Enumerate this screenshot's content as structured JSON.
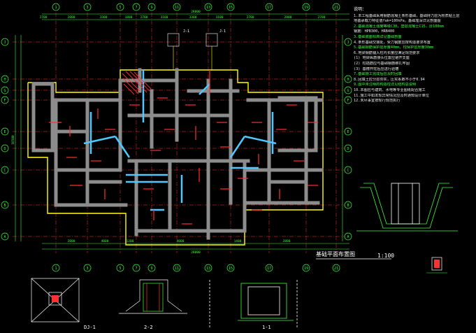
{
  "axes": {
    "top": [
      "1",
      "3",
      "5",
      "7",
      "9",
      "11",
      "13",
      "15",
      "17",
      "19",
      "21"
    ],
    "bottom": [
      "1",
      "3",
      "5",
      "7",
      "9",
      "11",
      "13",
      "15",
      "17",
      "19",
      "21"
    ],
    "rows": [
      "J",
      "H",
      "G",
      "F",
      "E",
      "D",
      "C",
      "B",
      "A"
    ]
  },
  "dims": {
    "top_row": [
      "2700",
      "2800",
      "3300",
      "1800",
      "2700",
      "3100",
      "3300",
      "3100",
      "2700",
      "2000",
      "2700"
    ],
    "top_total": "28800",
    "bottom_row": [
      "2800",
      "4000",
      "1200",
      "4000",
      "1400",
      "2800"
    ],
    "bottom_total": "28800",
    "left_total": "16500"
  },
  "labels": {
    "plan_title": "基础平面布置图",
    "plan_scale": "1:100",
    "sec_dj1": "DJ-1",
    "sec_1_1": "1-1",
    "sec_2_2": "2-2",
    "mark_j1": "J-1",
    "mark_j1b": "J-1"
  },
  "notes": {
    "title": "说明：",
    "lines": [
      "1.本工程基础采用钢筋混凝土条形基础，基础持力层为粉质粘土层",
      "  地基承载力特征值fak=180kPa，基础埋深详见剖面图",
      "2.基础混凝土强度等级C30，垫层混凝土C15，厚100mm",
      "  钢筋：HPB300，HRB400",
      "3.基础底面标高详见基础剖面",
      "4.条形基础交接处，受力钢筋应按构造要求布置",
      "5.基础钢筋保护层厚度40mm，柱保护层厚度30mm",
      "6.地梁钢筋锚入柱内长度应满足规范要求",
      "  (1) 地梁纵筋接头位置应避开支座",
      "  (2) 柱插筋应与基础钢筋绑扎牢固",
      "  (3) 基槽开挖后应进行验槽",
      "7.基础施工完成后应及时回填",
      "8.回填土应分层夯实，压实系数不小于0.94",
      "9.图中未注明的构造柱详见结构总说明",
      "10.本图应与建筑、水电等专业图纸配合施工",
      "11.施工中如发现异常情况应及时通知设计单位",
      "12.未尽事宜按现行规范执行"
    ]
  },
  "colors": {
    "wall": "#8c8c8c",
    "grid": "#ff3030",
    "axis": "#3cff3c",
    "dim": "#3cff3c",
    "outline": "#ffff00",
    "beam": "#50c8ff",
    "rebar": "#ff3030",
    "text": "#ffffff"
  }
}
